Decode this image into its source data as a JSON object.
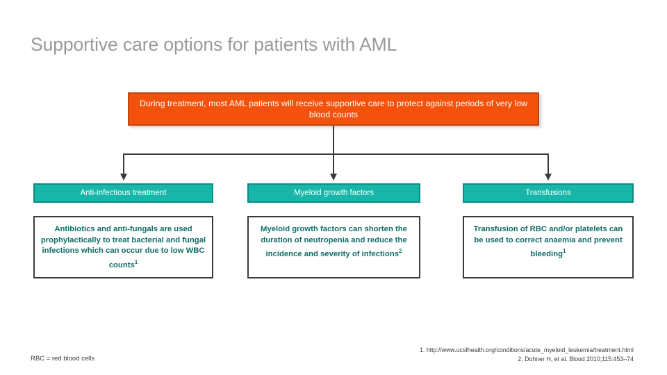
{
  "slide": {
    "title": "Supportive care options for patients with AML",
    "banner": {
      "text": "During treatment, most AML patients will receive supportive care to protect against periods of very low blood counts",
      "fill_color": "#F4520C",
      "border_color": "#C0450F",
      "text_color": "#FFFFFF"
    },
    "columns": [
      {
        "header": "Anti-infectious treatment",
        "body": "Antibiotics and anti-fungals are used prophylactically to treat bacterial and fungal infections which can occur due to low WBC counts",
        "body_superscript": "1"
      },
      {
        "header": "Myeloid growth factors",
        "body": "Myeloid growth factors can shorten the duration of neutropenia and reduce the incidence and severity of infections",
        "body_superscript": "2"
      },
      {
        "header": "Transfusions",
        "body": "Transfusion of RBC and/or platelets can be used to correct anaemia and prevent bleeding",
        "body_superscript": "1"
      }
    ],
    "abbreviation_note": "RBC = red blood cells",
    "references": [
      "1. http://www.ucsfhealth.org/conditions/acute_myeloid_leukemia/treatment.html",
      "2. Dohner H, et al. Blood 2010;115:453–74"
    ],
    "colors": {
      "title": "#9A9A9A",
      "accent_teal": "#17B6A9",
      "accent_teal_dark": "#0E8C83",
      "body_text_teal": "#116E66",
      "connector": "#3A3A3A",
      "background": "#FFFFFF"
    }
  }
}
